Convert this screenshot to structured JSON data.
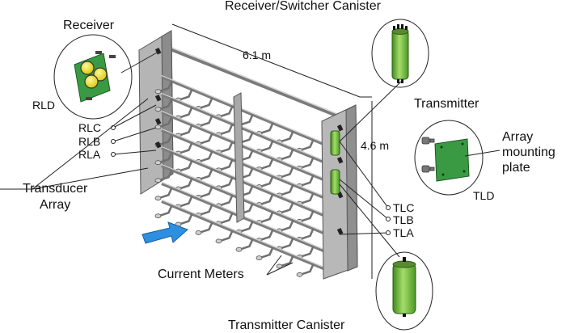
{
  "labels": {
    "receiver": "Receiver",
    "rld": "RLD",
    "receiver_switcher_canister": "Receiver/Switcher Canister",
    "dim_width": "6.1 m",
    "dim_height": "4.6 m",
    "transmitter": "Transmitter",
    "array_mounting_plate": "Array\nmounting\nplate",
    "tld": "TLD",
    "rlc": "RLC",
    "rlb": "RLB",
    "rla": "RLA",
    "transducer_array": "Transducer\nArray",
    "tlc": "TLC",
    "tlb": "TLB",
    "tla": "TLA",
    "current_meters": "Current Meters",
    "transmitter_canister": "Transmitter Canister"
  },
  "colors": {
    "frame_gray": "#b8b8b8",
    "frame_dark": "#8a8a8a",
    "canister_green": "#79c142",
    "board_green": "#3a9a44",
    "transducer_yellow": "#f2e21a",
    "flow_arrow_blue": "#2d8fe0"
  }
}
